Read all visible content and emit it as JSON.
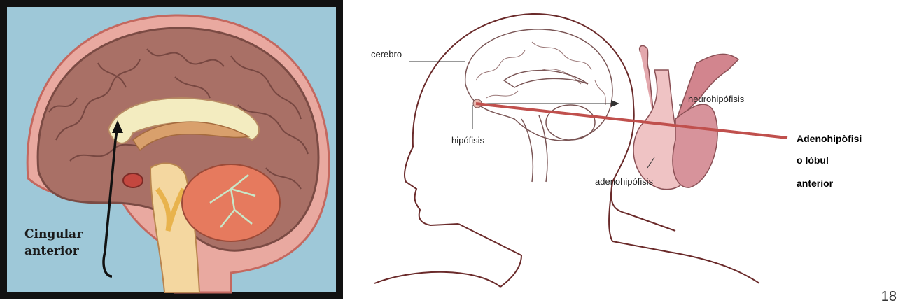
{
  "left_figure": {
    "label_line1": "Cingular",
    "label_line2": "anterior"
  },
  "right_figure": {
    "labels": {
      "cerebro": "cerebro",
      "hipofisis": "hipófisis",
      "neurohipofisis": "neurohipófisis",
      "adenohipofisis": "adenohipófisis"
    },
    "callout": {
      "line1": "Adenohipòfisi",
      "line2": "o lòbul",
      "line3": "anterior"
    }
  },
  "page_number": "18"
}
